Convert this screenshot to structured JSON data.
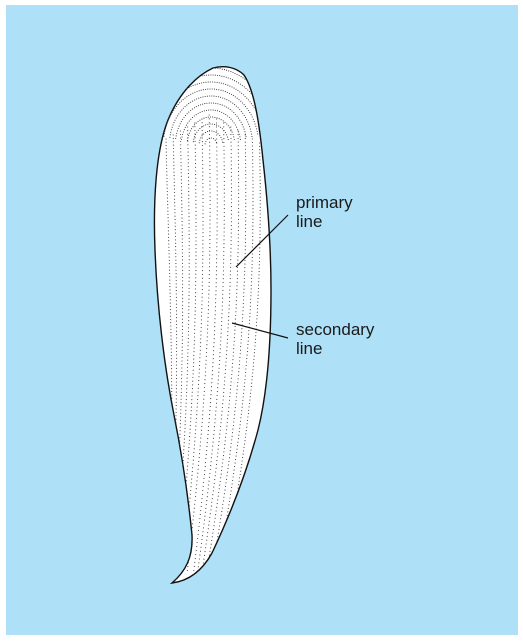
{
  "labels": {
    "primary": [
      "primary",
      "line"
    ],
    "secondary": [
      "secondary",
      "line"
    ]
  },
  "colors": {
    "background": "#aee1f7",
    "shape_fill": "#ffffff",
    "outline": "#111111",
    "text": "#1a1a1a"
  }
}
